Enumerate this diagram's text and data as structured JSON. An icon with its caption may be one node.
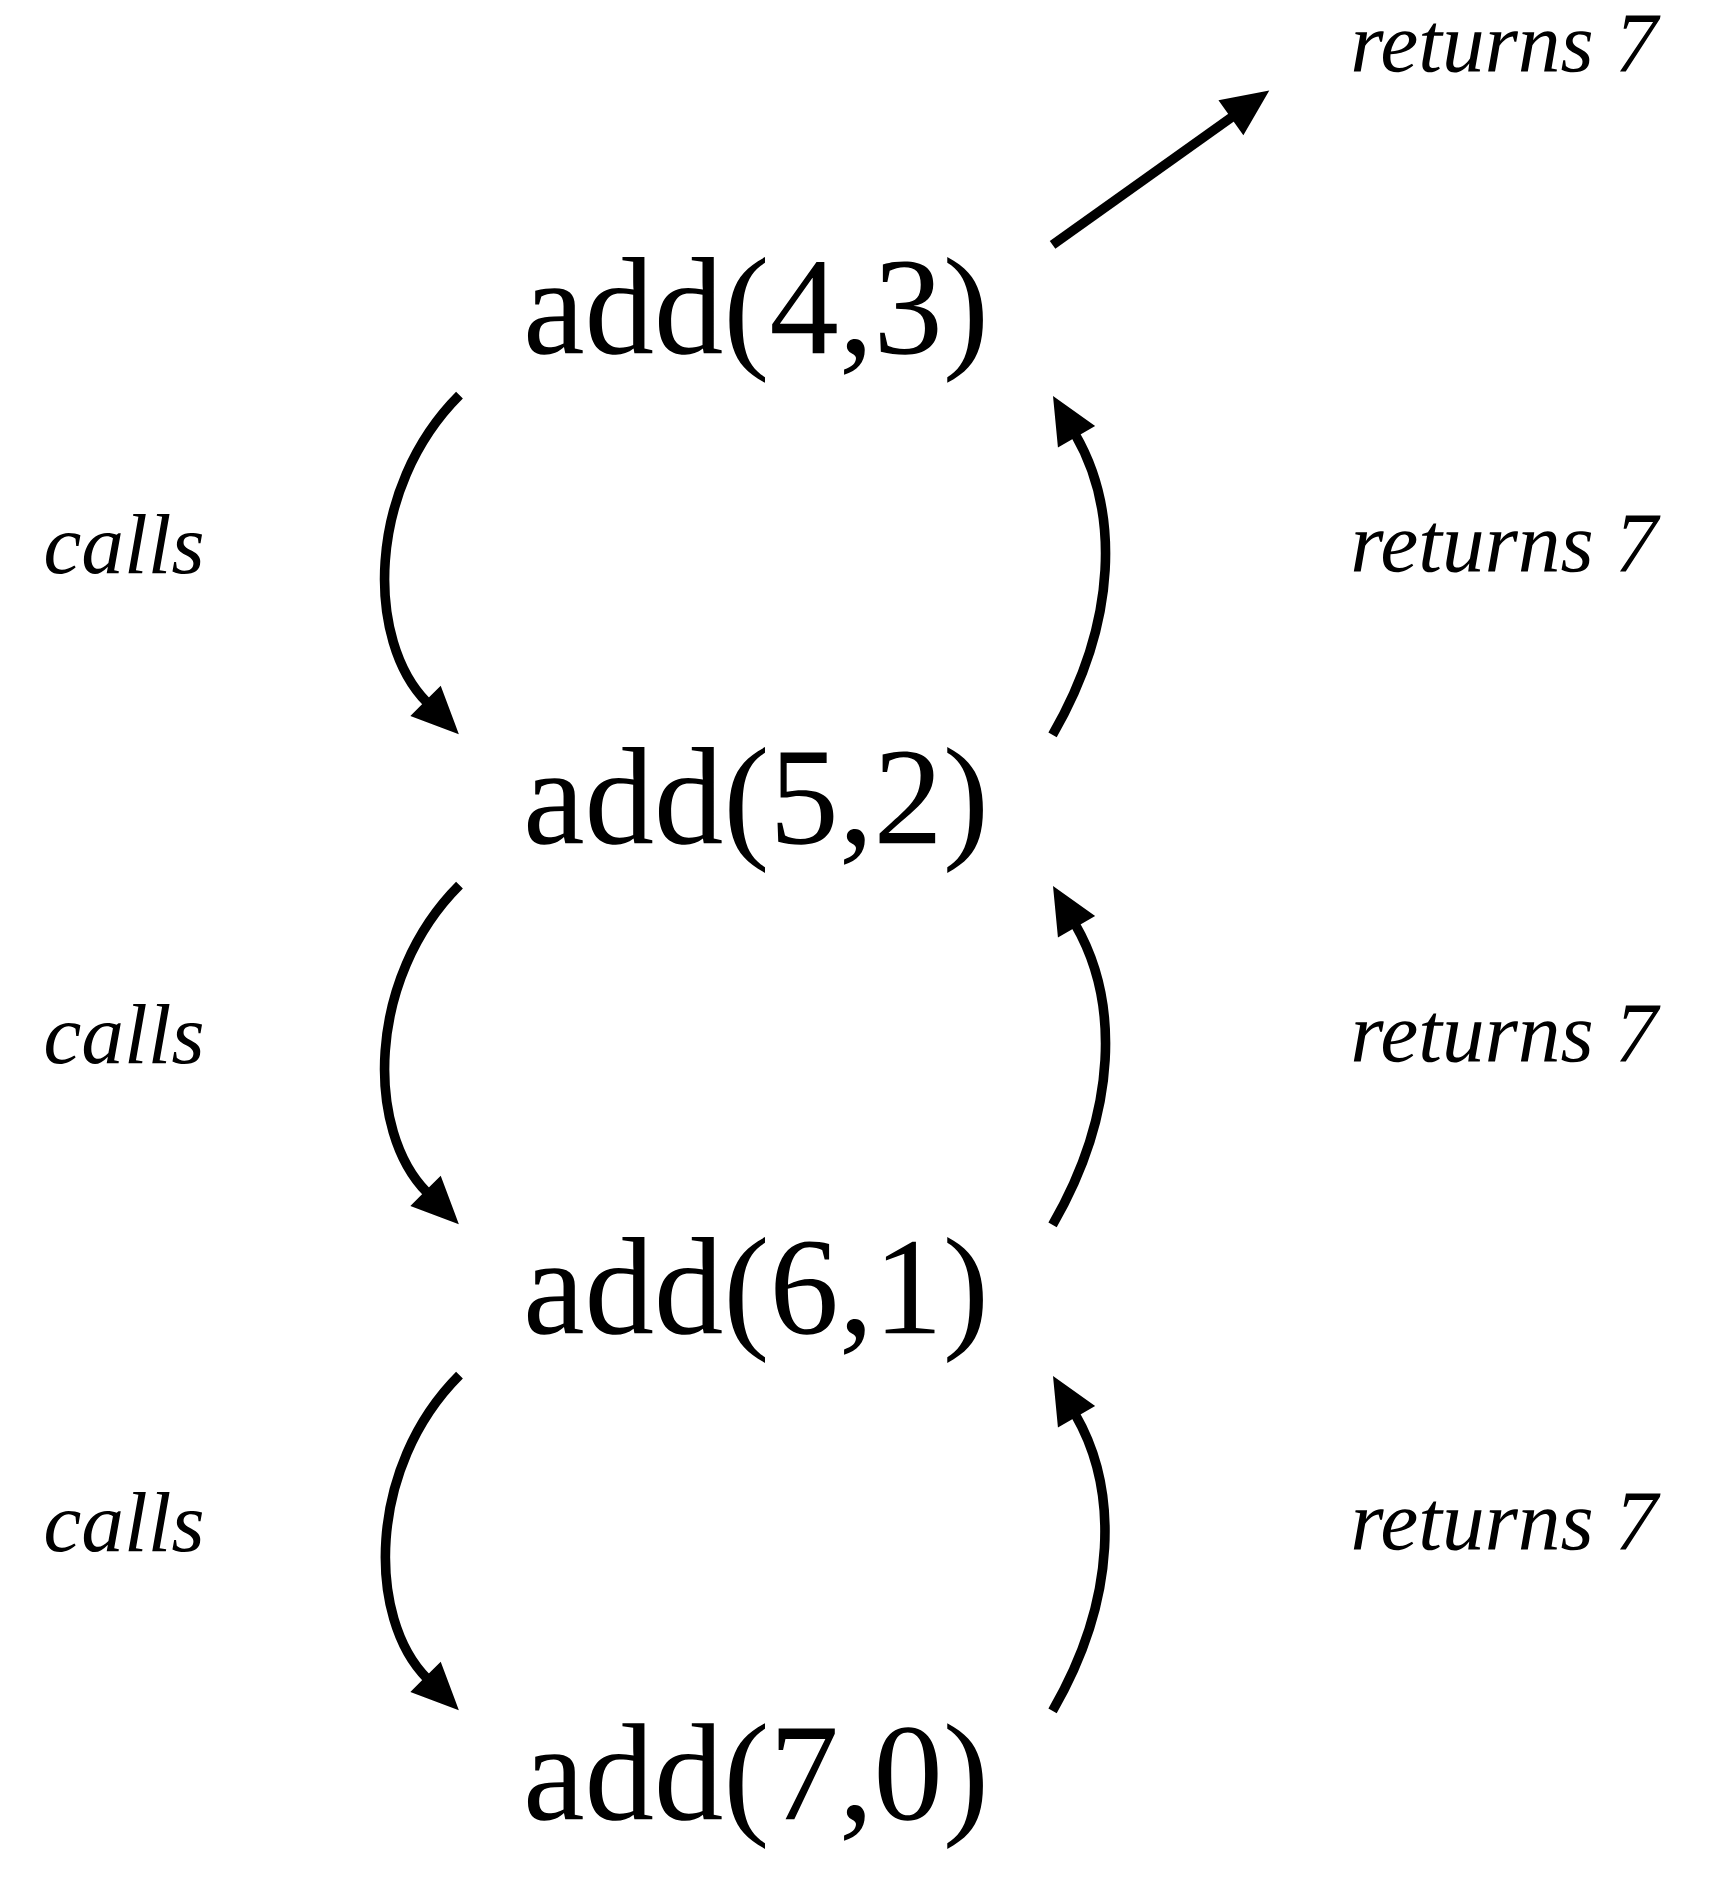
{
  "diagram": {
    "nodes": [
      {
        "text": [
          "add(4,3)"
        ]
      },
      {
        "text": [
          "add(5,2)"
        ]
      },
      {
        "text": [
          "add(6,1)"
        ]
      },
      {
        "text": [
          "add(7,0)"
        ]
      }
    ],
    "edges": [
      {
        "from": 0,
        "to": 1,
        "arrow": "to",
        "label": "calls"
      },
      {
        "from": 1,
        "to": 2,
        "arrow": "to",
        "label": "calls"
      },
      {
        "from": 2,
        "to": 3,
        "arrow": "to",
        "label": "calls"
      },
      {
        "from": 3,
        "to": 2,
        "arrow": "to",
        "label": "returns 7"
      },
      {
        "from": 2,
        "to": 1,
        "arrow": "to",
        "label": "returns 7"
      },
      {
        "from": 1,
        "to": 0,
        "arrow": "to",
        "label": "returns 7"
      },
      {
        "from": 0,
        "to": null,
        "arrow": "to",
        "label": "returns 7"
      }
    ]
  }
}
